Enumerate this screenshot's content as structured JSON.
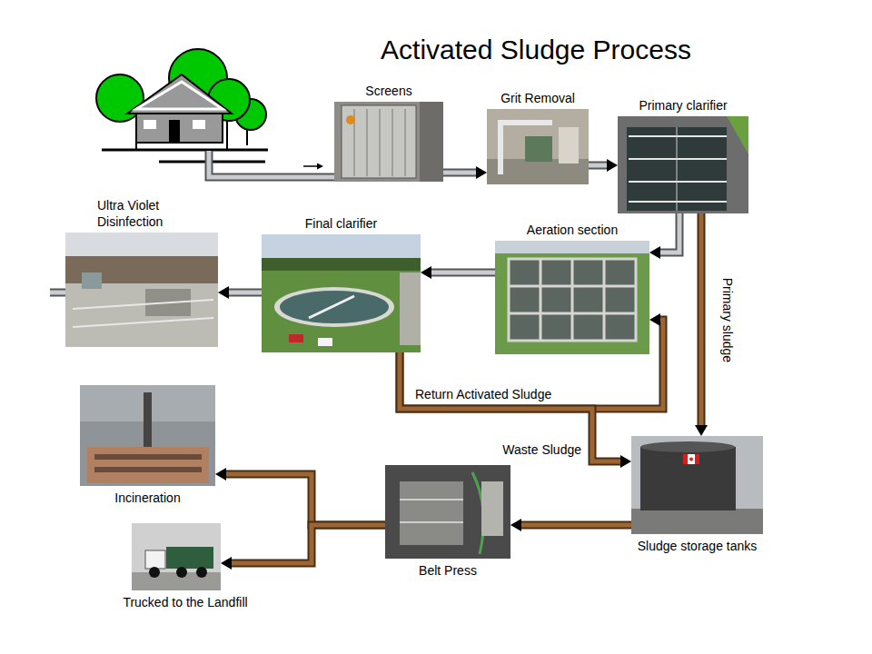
{
  "diagram": {
    "title": "Activated Sludge Process",
    "nodes": [
      {
        "text": [
          "Screens"
        ]
      },
      {
        "text": [
          "Grit Removal"
        ]
      },
      {
        "text": [
          "Primary clarifier"
        ]
      },
      {
        "text": [
          "Ultra Violet Disinfection"
        ]
      },
      {
        "text": [
          "Final clarifier"
        ]
      },
      {
        "text": [
          "Aeration section"
        ]
      },
      {
        "text": [
          "Incineration"
        ]
      },
      {
        "text": [
          "Belt Press"
        ]
      },
      {
        "text": [
          "Sludge storage tanks"
        ]
      },
      {
        "text": [
          "Trucked to the Landfill"
        ]
      }
    ],
    "edges": [
      {
        "from": 0,
        "to": 1,
        "arrow": "to"
      },
      {
        "from": 1,
        "to": 2,
        "arrow": "to"
      },
      {
        "from": 2,
        "to": 5,
        "arrow": "to"
      },
      {
        "from": 2,
        "to": 8,
        "label": "Primary sludge",
        "arrow": "to"
      },
      {
        "from": 5,
        "to": 4,
        "arrow": "to"
      },
      {
        "from": 4,
        "to": 3,
        "arrow": "to"
      },
      {
        "from": 4,
        "to": 5,
        "label": "Return Activated Sludge",
        "arrow": "to"
      },
      {
        "from": 4,
        "to": 8,
        "label": "Waste Sludge",
        "arrow": "to"
      },
      {
        "from": 8,
        "to": 7,
        "arrow": "to"
      },
      {
        "from": 7,
        "to": 6,
        "arrow": "to"
      },
      {
        "from": 7,
        "to": 9,
        "arrow": "to"
      }
    ]
  }
}
